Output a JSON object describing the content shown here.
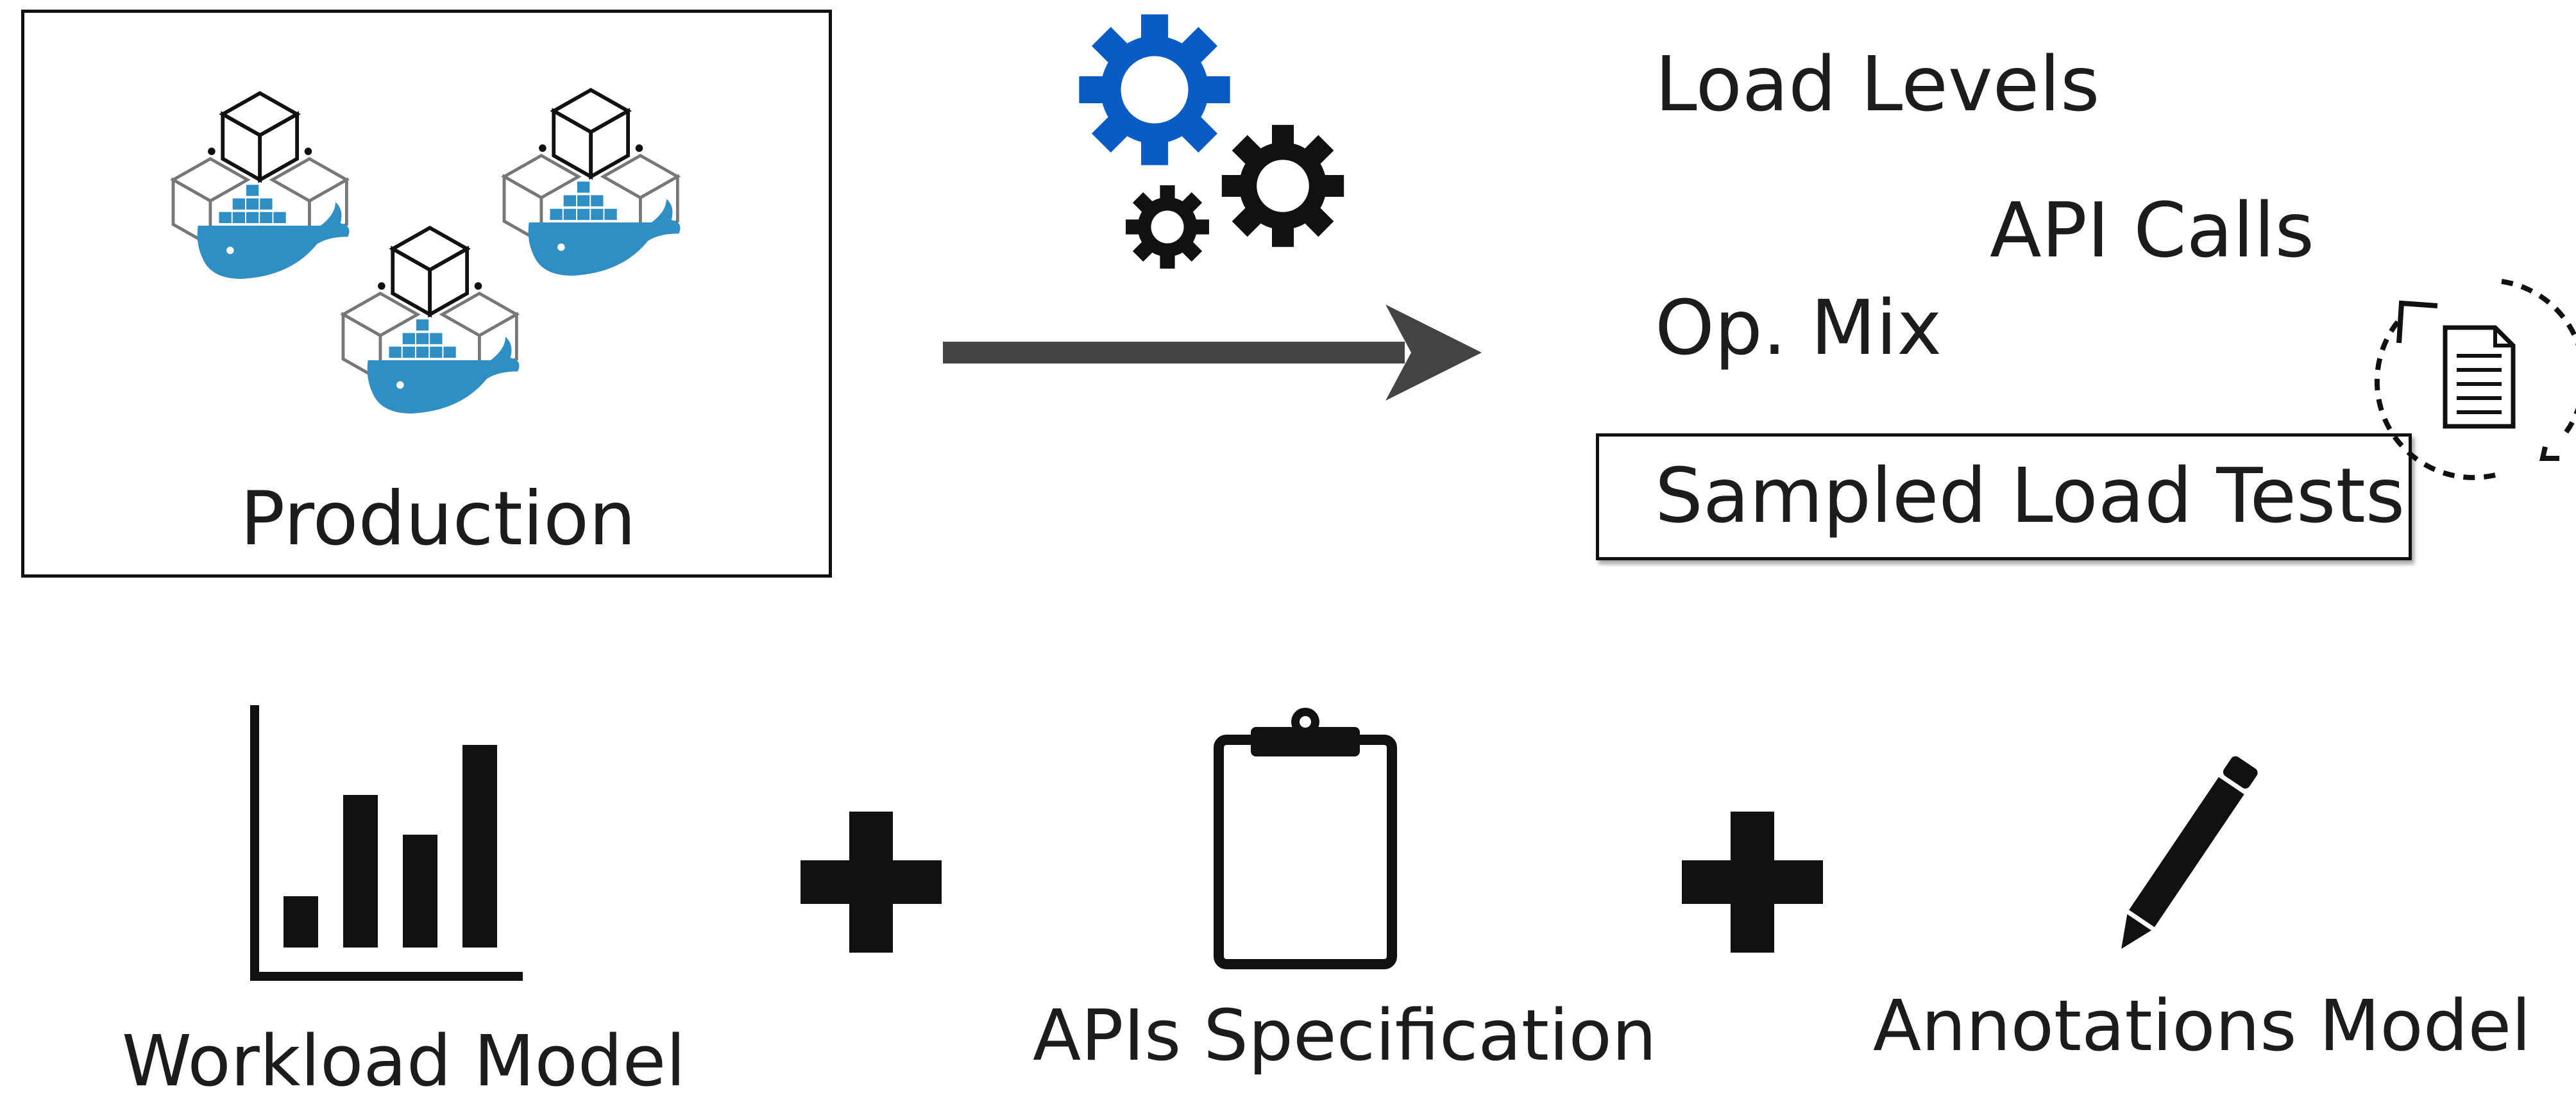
{
  "top_left": {
    "label": "Production"
  },
  "top_right": {
    "labels": [
      "Load Levels",
      "API Calls",
      "Op. Mix"
    ],
    "sampled_label": "Sampled Load Tests"
  },
  "bottom": {
    "workload_label": "Workload Model",
    "apis_label": "APIs Specification",
    "annotations_label": "Annotations Model"
  },
  "icons": [
    "docker-container-cluster-icon",
    "gears-icon",
    "arrow-right-icon",
    "document-cycle-icon",
    "bar-chart-icon",
    "plus-icon",
    "clipboard-icon",
    "pencil-icon"
  ],
  "colors": {
    "docker_blue": "#2f8fc5",
    "gear_blue": "#0a5cc4",
    "ink": "#111111",
    "arrow": "#444444"
  }
}
